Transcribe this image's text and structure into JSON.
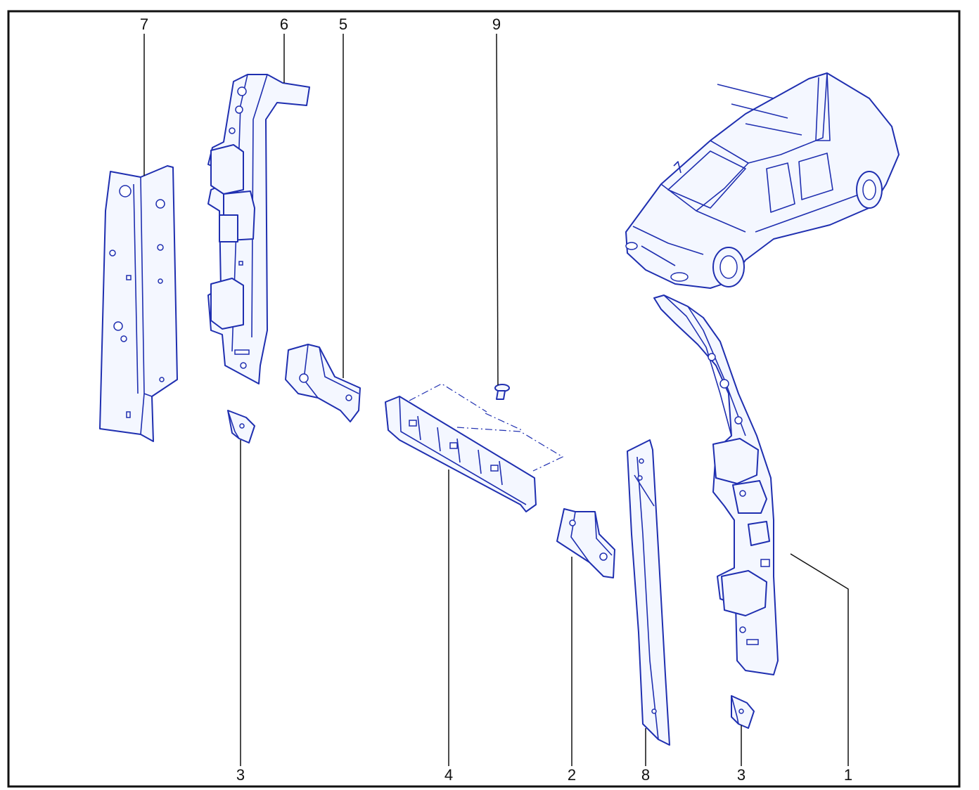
{
  "callouts": {
    "c7": "7",
    "c6": "6",
    "c5": "5",
    "c9": "9",
    "c3_left": "3",
    "c4": "4",
    "c2": "2",
    "c8": "8",
    "c3_right": "3",
    "c1": "1"
  },
  "colors": {
    "line_art": "#1f2fb0",
    "part_fill": "#f4f7ff",
    "callout_text": "#111111",
    "frame": "#111111",
    "background": "#ffffff"
  }
}
